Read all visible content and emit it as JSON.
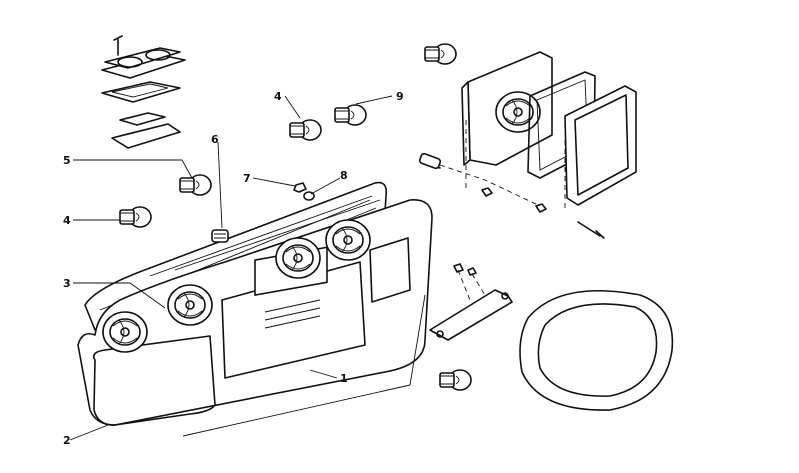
{
  "callouts": [
    {
      "id": "c1",
      "text": "1"
    },
    {
      "id": "c2",
      "text": "2"
    },
    {
      "id": "c3",
      "text": "3"
    },
    {
      "id": "c4a",
      "text": "4"
    },
    {
      "id": "c4b",
      "text": "4"
    },
    {
      "id": "c5",
      "text": "5"
    },
    {
      "id": "c6",
      "text": "6"
    },
    {
      "id": "c7",
      "text": "7"
    },
    {
      "id": "c8",
      "text": "8"
    },
    {
      "id": "c9",
      "text": "9"
    }
  ],
  "colors": {
    "ink": "#111111",
    "paper": "#ffffff"
  }
}
